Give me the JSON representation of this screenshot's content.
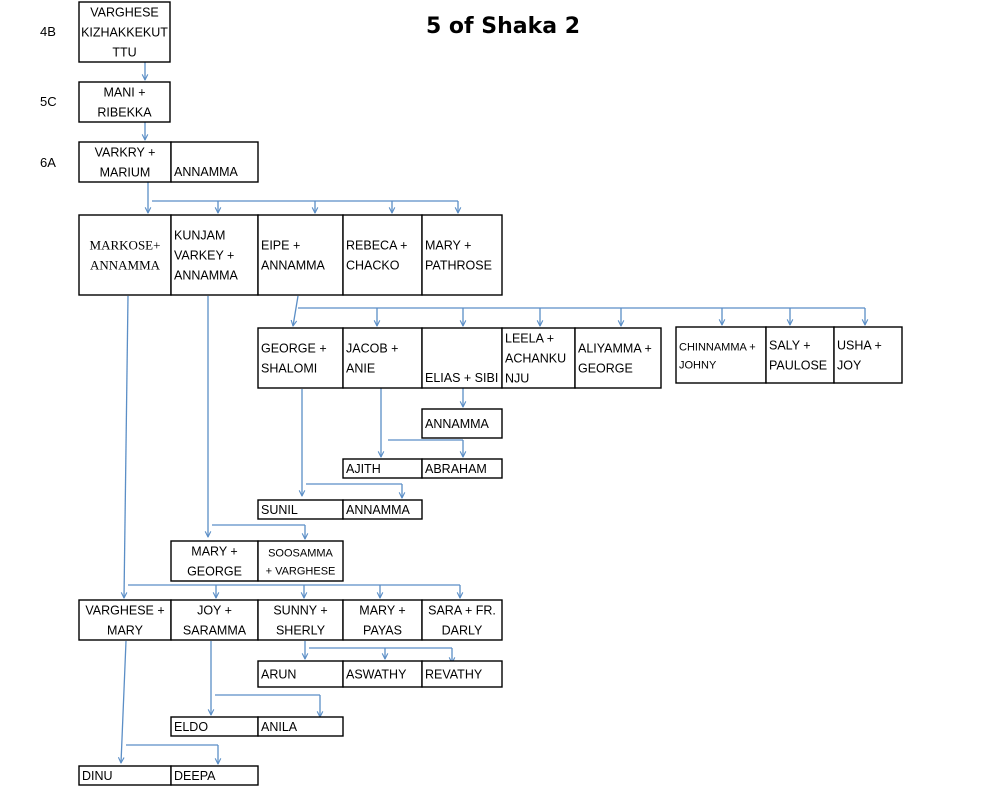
{
  "title": "5 of Shaka 2",
  "generations": [
    "4B",
    "5C",
    "6A"
  ],
  "boxes": {
    "varghese_k": [
      "VARGHESE",
      "KIZHAKKEKUT",
      "TTU"
    ],
    "mani": [
      "MANI +",
      "RIBEKKA"
    ],
    "varkry": [
      "VARKRY +",
      "MARIUM"
    ],
    "annamma_6a": [
      "ANNAMMA"
    ],
    "markose": [
      "MARKOSE+",
      "ANNAMMA"
    ],
    "kunjam": [
      "KUNJAM",
      "VARKEY +",
      "ANNAMMA"
    ],
    "eipe": [
      "EIPE +",
      "ANNAMMA"
    ],
    "rebeca": [
      "REBECA +",
      "CHACKO"
    ],
    "mary_pathrose": [
      "MARY +",
      "PATHROSE"
    ],
    "george_shalomi": [
      "GEORGE +",
      "SHALOMI"
    ],
    "jacob": [
      "JACOB +",
      "ANIE"
    ],
    "elias": [
      "ELIAS + SIBI"
    ],
    "leela": [
      "LEELA +",
      "ACHANKU",
      "NJU"
    ],
    "aliyamma": [
      "ALIYAMMA +",
      "GEORGE"
    ],
    "chinnamma": [
      "CHINNAMMA +",
      "JOHNY"
    ],
    "saly": [
      "SALY +",
      "PAULOSE"
    ],
    "usha": [
      "USHA +",
      "JOY"
    ],
    "annamma_elias": [
      "ANNAMMA"
    ],
    "ajith": [
      "AJITH"
    ],
    "abraham": [
      "ABRAHAM"
    ],
    "sunil": [
      "SUNIL"
    ],
    "annamma_sunil": [
      "ANNAMMA"
    ],
    "mary_george": [
      "MARY +",
      "GEORGE"
    ],
    "soosamma": [
      "SOOSAMMA",
      "+ VARGHESE"
    ],
    "varghese_mary": [
      "VARGHESE +",
      "MARY"
    ],
    "joy_saramma": [
      "JOY +",
      "SARAMMA"
    ],
    "sunny": [
      "SUNNY +",
      "SHERLY"
    ],
    "mary_payas": [
      "MARY +",
      "PAYAS"
    ],
    "sara": [
      "SARA + FR.",
      "DARLY"
    ],
    "arun": [
      "ARUN"
    ],
    "aswathy": [
      "ASWATHY"
    ],
    "revathy": [
      "REVATHY"
    ],
    "eldo": [
      "ELDO"
    ],
    "anila": [
      "ANILA"
    ],
    "dinu": [
      "DINU"
    ],
    "deepa": [
      "DEEPA"
    ]
  },
  "colors": {
    "connector": "#5b8ec6",
    "box_border": "#000000"
  }
}
